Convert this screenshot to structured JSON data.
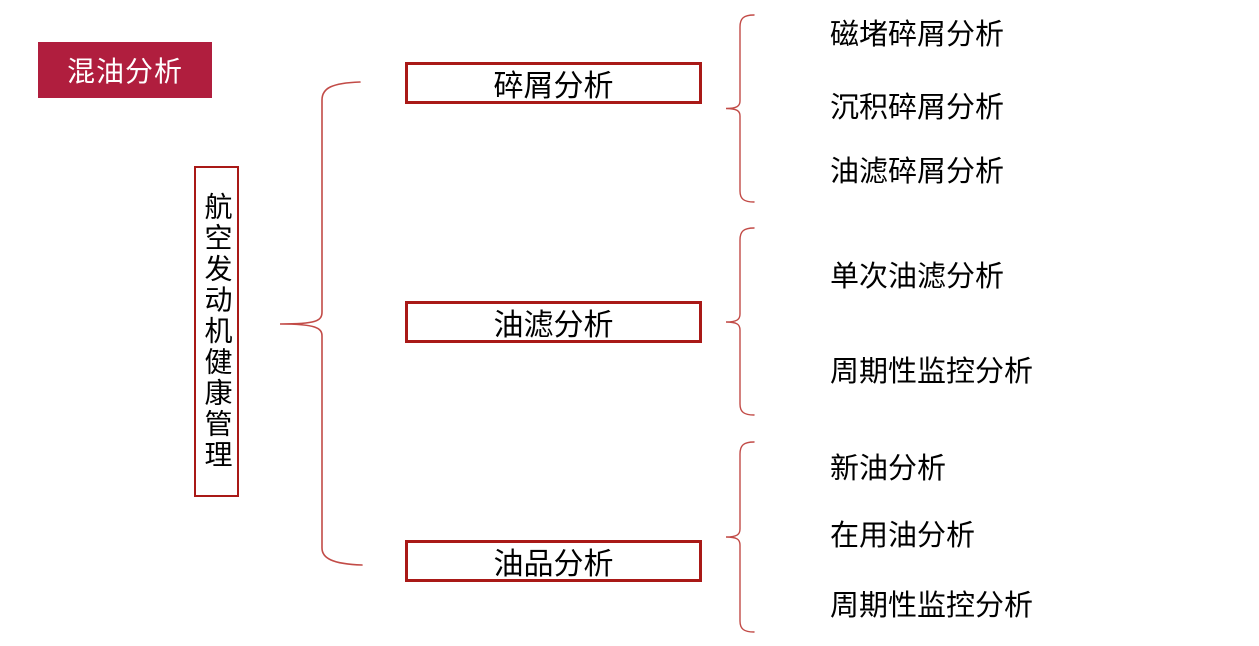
{
  "title_badge": {
    "label": "混油分析"
  },
  "root": {
    "label": "航空发动机健康管理"
  },
  "branches": [
    {
      "label": "碎屑分析",
      "children": [
        "磁堵碎屑分析",
        "沉积碎屑分析",
        "油滤碎屑分析"
      ]
    },
    {
      "label": "油滤分析",
      "children": [
        "单次油滤分析",
        "周期性监控分析"
      ]
    },
    {
      "label": "油品分析",
      "children": [
        "新油分析",
        "在用油分析",
        "周期性监控分析"
      ]
    }
  ],
  "colors": {
    "badge_bg": "#B01E3E",
    "badge_text": "#FFFFFF",
    "box_border": "#A91917",
    "box_bg": "#FFFFFF",
    "brace": "#C24B47",
    "text": "#000000"
  }
}
